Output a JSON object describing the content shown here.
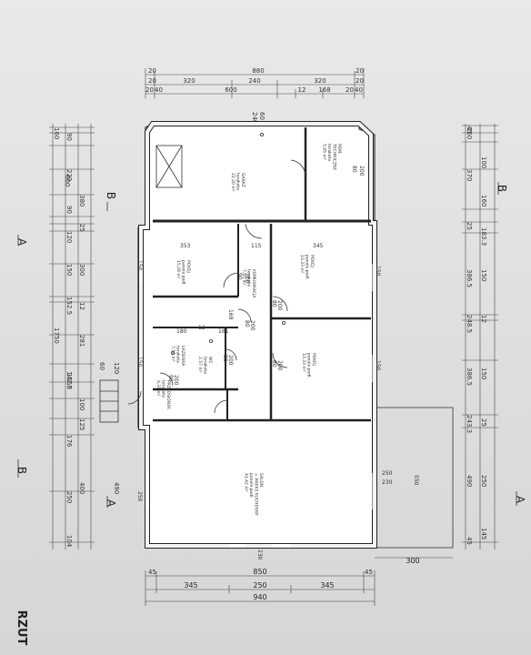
{
  "drawing": {
    "title": "RZUT",
    "section_b": "B",
    "section_a": "A"
  },
  "dims_top": {
    "overall": "880",
    "row2": [
      "320",
      "240",
      "320"
    ],
    "row3": [
      "600",
      "12",
      "168"
    ],
    "ends": [
      "20",
      "20",
      "20",
      "20",
      "20",
      "40",
      "20",
      "40"
    ],
    "small": [
      "240",
      "60"
    ]
  },
  "dims_bottom": {
    "row1": "850",
    "row2": [
      "345",
      "250",
      "345"
    ],
    "row3": "940",
    "ends": [
      "45",
      "45"
    ],
    "terrace": "300"
  },
  "dims_left": [
    "160",
    "90",
    "220",
    "380",
    "90",
    "25",
    "120",
    "300",
    "150",
    "152.5",
    "12",
    "281",
    "147.5",
    "100",
    "125",
    "176",
    "490",
    "250",
    "104",
    "1750",
    "1550",
    "60",
    "120",
    "400",
    "600"
  ],
  "dims_right": [
    "160",
    "100",
    "160",
    "370",
    "183.3",
    "25",
    "386.5",
    "150",
    "248.5",
    "12",
    "150",
    "386.5",
    "243.3",
    "25",
    "490",
    "250",
    "145",
    "45",
    "45"
  ],
  "rooms": {
    "garage": [
      "GARAŻ",
      "terakota",
      "22,20 m²"
    ],
    "tech": [
      "POM.",
      "TECHNICZNE",
      "terakota",
      "5,95 m²"
    ],
    "room1": [
      "POKÓJ",
      "panele podł.",
      "15,28 m²"
    ],
    "corridor": [
      "KOMUNIKACJA",
      "terakota",
      "7,65 m²"
    ],
    "room2": [
      "POKÓJ",
      "panele podł.",
      "13,33 m²"
    ],
    "room3": [
      "POKÓJ",
      "panele podł.",
      "13,33 m²"
    ],
    "bath": [
      "ŁAZIENKA",
      "terakota",
      "7,56 m²"
    ],
    "wc": [
      "WC",
      "terakota",
      "2,57 m²"
    ],
    "hall": [
      "PRZEDSIONEK",
      "terakota",
      "4,31 m²"
    ],
    "salon": [
      "SALON",
      "+ ANEKS KUCHENNY",
      "panele podł.",
      "42,42 m²"
    ]
  },
  "interior_dims": [
    "353",
    "115",
    "345",
    "180",
    "12",
    "161",
    "169",
    "150",
    "150",
    "150",
    "150",
    "80",
    "200",
    "90",
    "200",
    "80",
    "200",
    "80",
    "200",
    "80",
    "200",
    "80",
    "200",
    "90",
    "200",
    "250",
    "230",
    "550",
    "250",
    "230"
  ]
}
